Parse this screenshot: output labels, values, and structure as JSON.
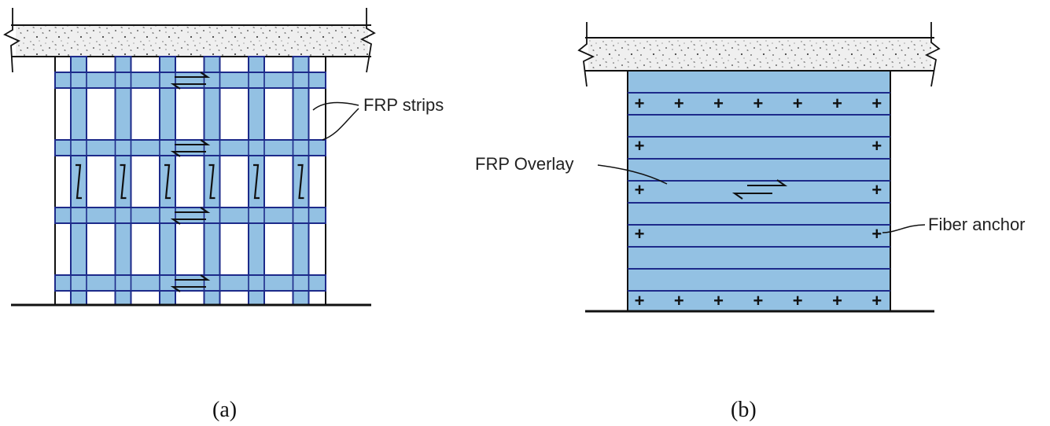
{
  "colors": {
    "frp_fill": "#93c1e3",
    "frp_line": "#1d2a8a",
    "slab_fill": "#eeeeee",
    "outline": "#111111"
  },
  "panel_a": {
    "caption": "(a)",
    "label_strips": "FRP strips",
    "vertical_strip_count": 6,
    "horizontal_strip_count": 4
  },
  "panel_b": {
    "caption": "(b)",
    "label_overlay": "FRP Overlay",
    "label_anchor": "Fiber anchor",
    "anchor_glyph": "+",
    "anchors_per_full_row": 7,
    "full_anchor_rows": 2,
    "edge_anchor_rows": 3
  },
  "icons": {
    "shear_arrow": "double-half-arrow-icon",
    "diagonal_crack": "z-crack-icon",
    "slab_break": "break-line-icon"
  }
}
